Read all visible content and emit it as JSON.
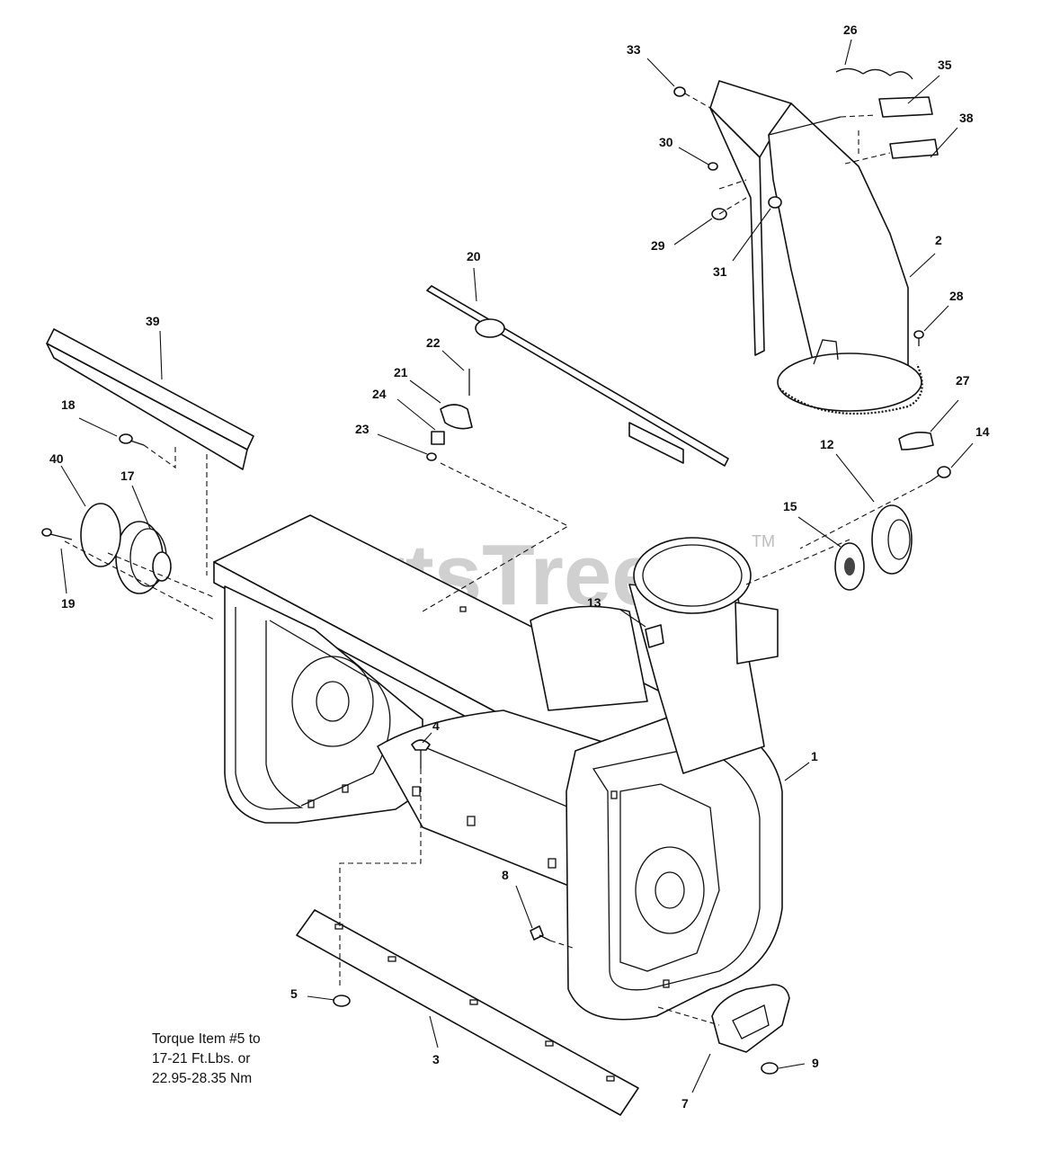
{
  "watermark": {
    "text": "PartsTree",
    "tm": "TM"
  },
  "torque_note": {
    "line1": "Torque Item #5 to",
    "line2": "17-21 Ft.Lbs. or",
    "line3": "22.95-28.35 Nm"
  },
  "callouts": {
    "c1": "1",
    "c2": "2",
    "c3": "3",
    "c4": "4",
    "c5": "5",
    "c7": "7",
    "c8": "8",
    "c9": "9",
    "c12": "12",
    "c13": "13",
    "c14": "14",
    "c15": "15",
    "c17": "17",
    "c18": "18",
    "c19": "19",
    "c20": "20",
    "c21": "21",
    "c22": "22",
    "c23": "23",
    "c24": "24",
    "c26": "26",
    "c27": "27",
    "c28": "28",
    "c29": "29",
    "c30": "30",
    "c31": "31",
    "c33": "33",
    "c35": "35",
    "c38": "38",
    "c39": "39",
    "c40": "40"
  }
}
